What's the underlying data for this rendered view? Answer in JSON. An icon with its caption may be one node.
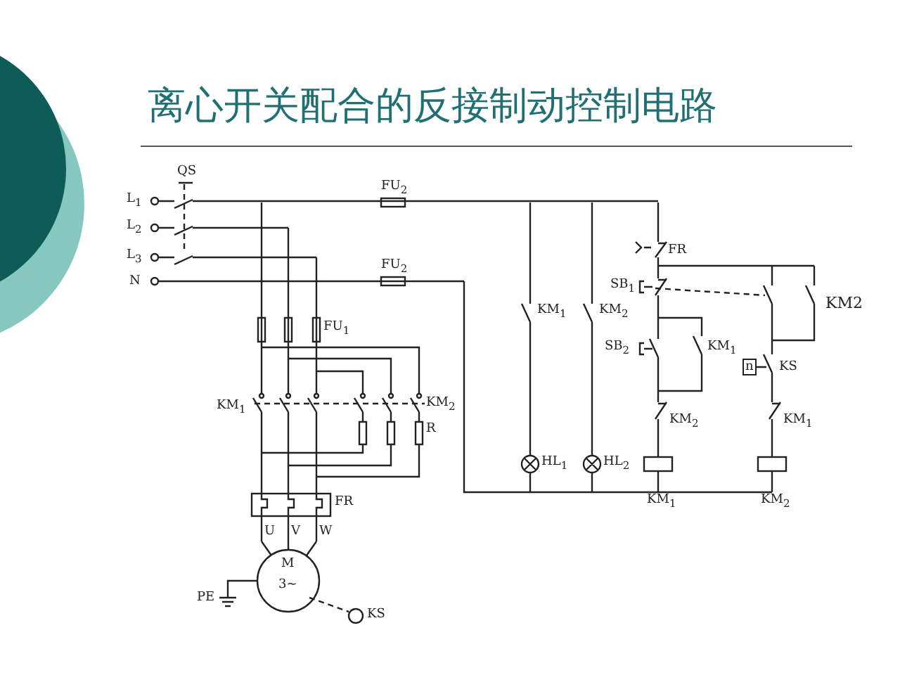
{
  "diagram": {
    "title": "离心开关配合的反接制动控制电路",
    "labels": [
      "QS",
      "L$_{1}$",
      "L$_{2}$",
      "L$_{3}$",
      "N",
      "FU$_{2}$",
      "FU$_{2}$",
      "FU$_{1}$",
      "KM$_{1}$",
      "KM$_{2}$",
      "R",
      "FR",
      "U",
      "V",
      "W",
      "M",
      "3~",
      "PE",
      "KS",
      "KM$_{1}$",
      "KM$_{2}$",
      "HL$_{1}$",
      "HL$_{2}$",
      "FR",
      "SB$_{1}$",
      "KM2",
      "SB$_{2}$",
      "KM$_{1}$",
      "n",
      "KS",
      "KM$_{2}$",
      "KM$_{1}$",
      "KM$_{1}$",
      "KM$_{2}$"
    ]
  }
}
